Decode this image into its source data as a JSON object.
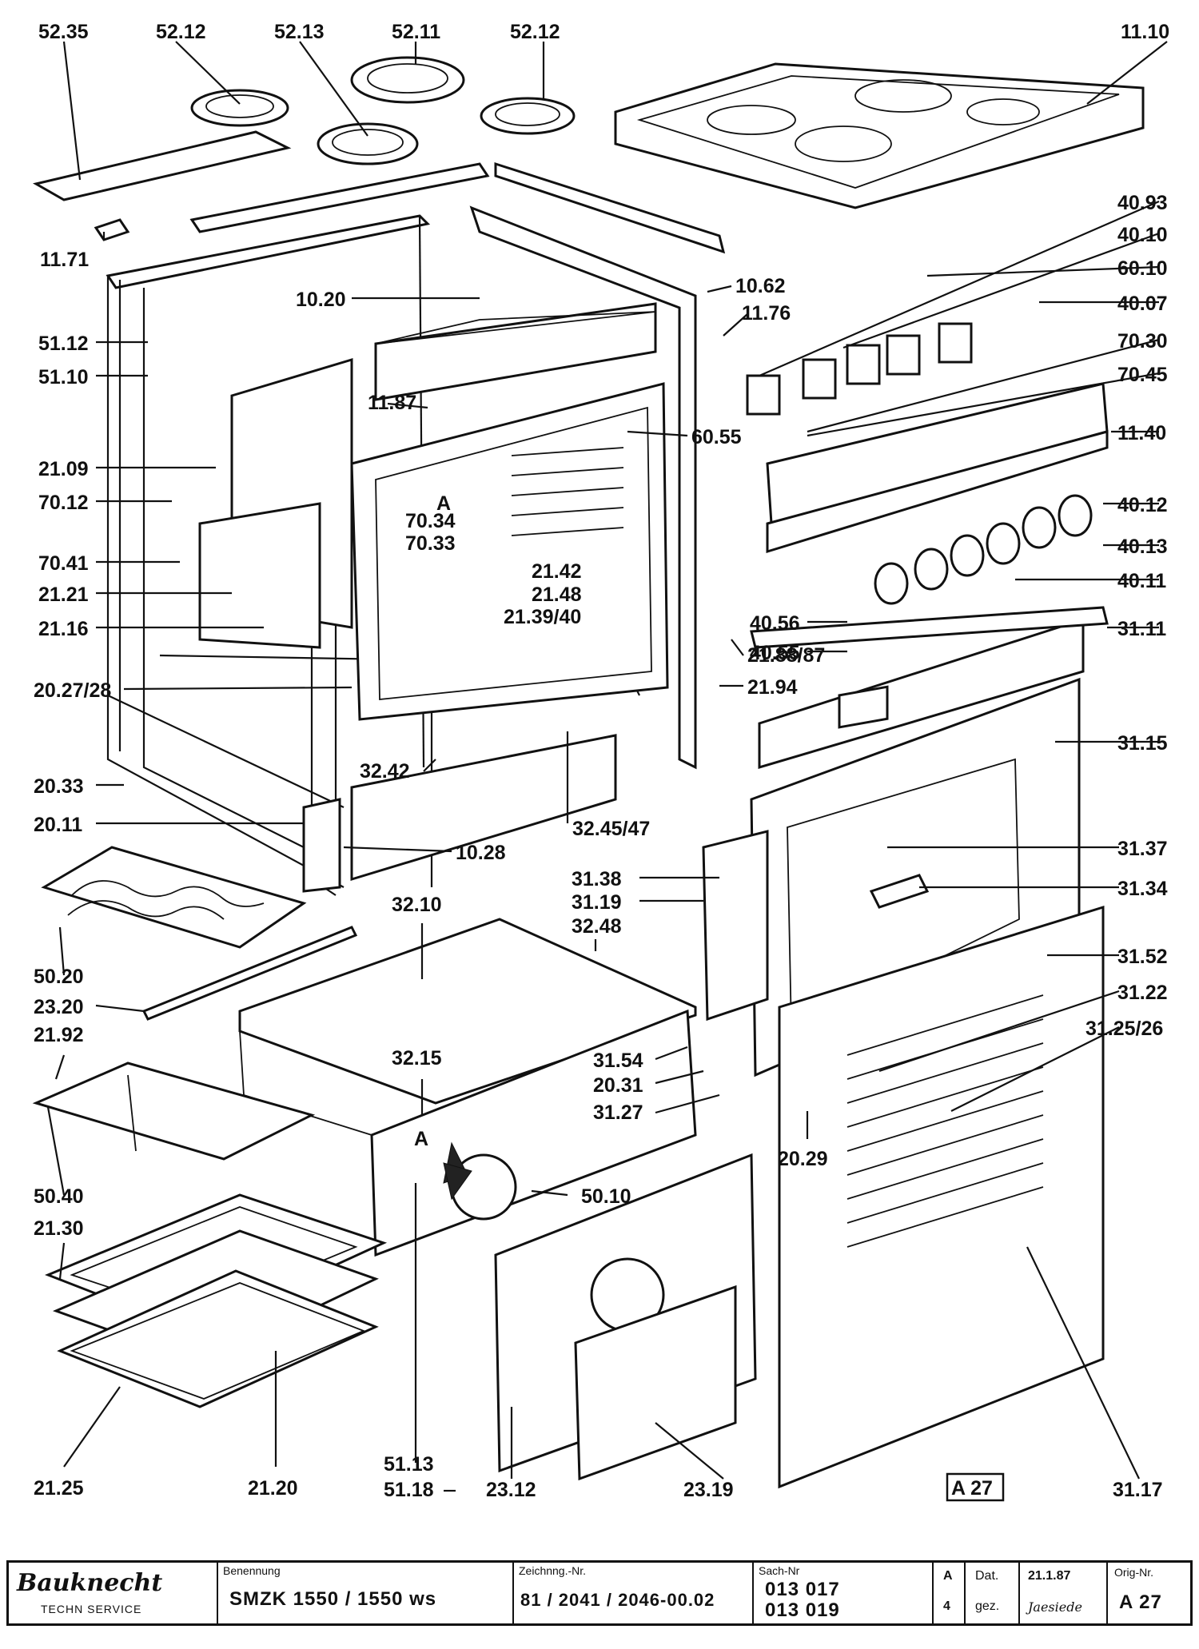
{
  "labels": [
    "52.35",
    "52.12",
    "52.13",
    "52.11",
    "52.12",
    "11.10",
    "11.71",
    "10.20",
    "10.62",
    "11.76",
    "40.93",
    "40.10",
    "60.10",
    "40.07",
    "51.12",
    "51.10",
    "70.30",
    "70.45",
    "11.87",
    "60.55",
    "11.40",
    "21.09",
    "70.12",
    "A",
    "70.34",
    "70.33",
    "21.42",
    "21.48",
    "21.39/40",
    "40.12",
    "40.13",
    "40.11",
    "70.41",
    "21.21",
    "21.16",
    "40.56",
    "40.55",
    "21.88/87",
    "31.11",
    "20.27/28",
    "21.94",
    "31.15",
    "32.42",
    "20.33",
    "20.11",
    "32.45/47",
    "10.28",
    "31.37",
    "31.38",
    "31.19",
    "31.34",
    "32.10",
    "32.48",
    "50.20",
    "31.52",
    "31.22",
    "23.20",
    "31.25/26",
    "21.92",
    "32.15",
    "31.54",
    "20.31",
    "31.27",
    "A",
    "50.10",
    "20.29",
    "50.40",
    "21.30",
    "21.25",
    "21.20",
    "51.13",
    "51.18",
    "23.12",
    "23.19",
    "31.17"
  ],
  "sheet_code": "A 27",
  "title_block": {
    "brand": "Bauknecht",
    "brand_sub": "TECHN SERVICE",
    "designation_caption": "Benennung",
    "designation": "SMZK 1550 / 1550 ws",
    "drawing_caption": "Zeichnng.-Nr.",
    "drawing_no": "81 / 2041 / 2046-00.02",
    "item_caption": "Sach-Nr",
    "item_no_1": "013 017",
    "item_no_2": "013 019",
    "revision": "A",
    "revision_no": "4",
    "date_caption": "Dat.",
    "date": "21.1.87",
    "drawn_caption": "gez.",
    "drawn_by": "Jaesiede",
    "orig_caption": "Orig-Nr.",
    "orig_no": "A 27"
  }
}
